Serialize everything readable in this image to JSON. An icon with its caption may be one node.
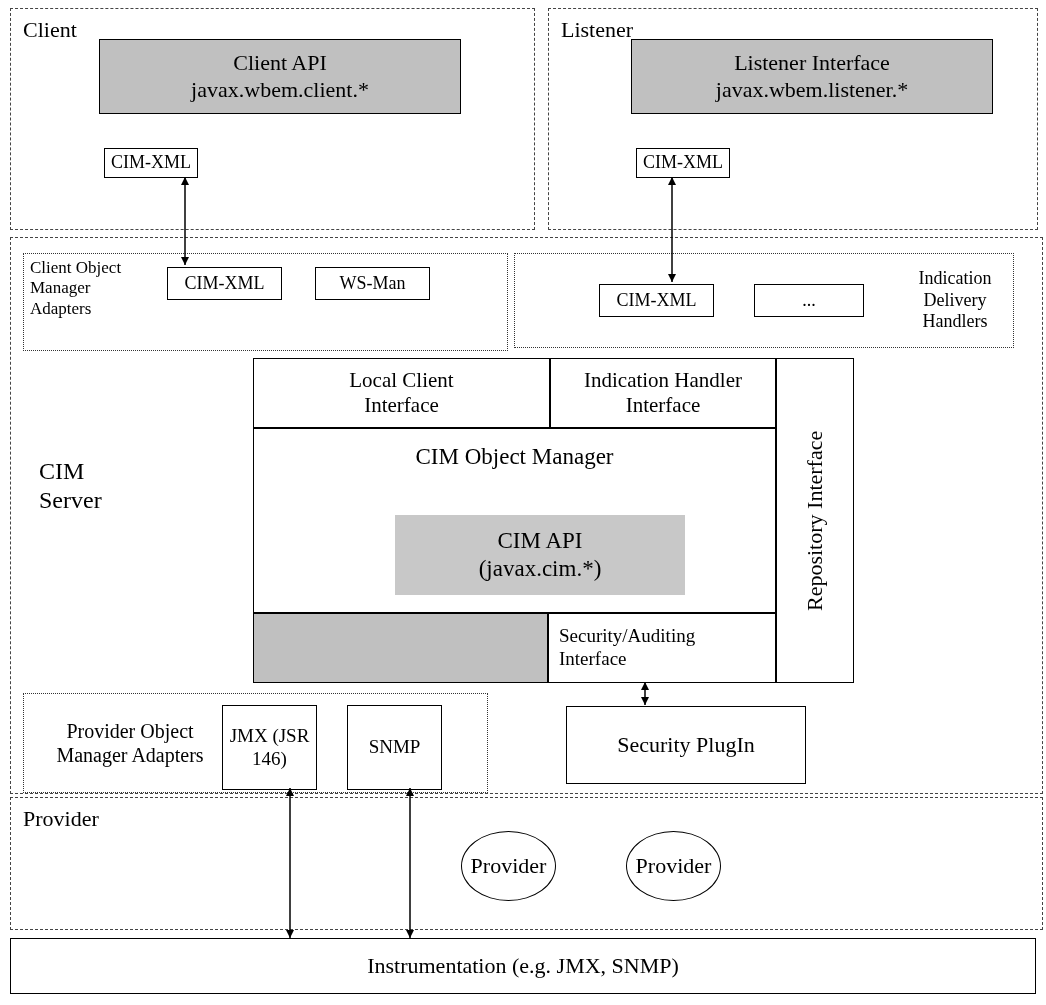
{
  "diagram": {
    "nodes": [
      {
        "text": [
          "Client"
        ]
      },
      {
        "text": [
          "Client API",
          "javax.wbem.client.*"
        ],
        "in": 0
      },
      {
        "text": [
          "CIM-XML"
        ],
        "in": 0
      },
      {
        "text": [
          "Listener"
        ]
      },
      {
        "text": [
          "Listener Interface",
          "javax.wbem.listener.*"
        ],
        "in": 3
      },
      {
        "text": [
          "CIM-XML"
        ],
        "in": 3
      },
      {
        "text": [
          "CIM Server"
        ]
      },
      {
        "text": [
          "Client Object Manager Adapters"
        ],
        "in": 6
      },
      {
        "text": [
          "CIM-XML"
        ],
        "in": 7
      },
      {
        "text": [
          "WS-Man"
        ],
        "in": 7
      },
      {
        "text": [
          "Indication Delivery Handlers"
        ],
        "in": 6
      },
      {
        "text": [
          "CIM-XML"
        ],
        "in": 10
      },
      {
        "text": [
          "..."
        ],
        "in": 10
      },
      {
        "text": [
          "Local Client Interface"
        ],
        "in": 6
      },
      {
        "text": [
          "Indication Handler Interface"
        ],
        "in": 6
      },
      {
        "text": [
          "CIM Object Manager"
        ],
        "in": 6
      },
      {
        "text": [
          "CIM API",
          "(javax.cim.*)"
        ],
        "in": 15
      },
      {
        "text": [],
        "shape": "box",
        "in": 6
      },
      {
        "text": [
          "Security/Auditing Interface"
        ],
        "in": 6
      },
      {
        "text": [
          "Repository Interface"
        ],
        "in": 6
      },
      {
        "text": [
          "Provider Object Manager Adapters"
        ],
        "in": 6
      },
      {
        "text": [
          "JMX (JSR 146)"
        ],
        "in": 20
      },
      {
        "text": [
          "SNMP"
        ],
        "in": 20
      },
      {
        "text": [
          "Security PlugIn"
        ],
        "in": 6
      },
      {
        "text": [
          "Provider"
        ]
      },
      {
        "text": [
          "Provider"
        ],
        "in": 24
      },
      {
        "text": [
          "Provider"
        ],
        "in": 24
      },
      {
        "text": [
          "Instrumentation (e.g. JMX, SNMP)"
        ]
      }
    ],
    "edges": [
      {
        "from": 2,
        "to": 8,
        "arrow": "both"
      },
      {
        "from": 5,
        "to": 11,
        "arrow": "both"
      },
      {
        "from": 18,
        "to": 23,
        "arrow": "both"
      },
      {
        "from": 21,
        "to": 27,
        "arrow": "both"
      },
      {
        "from": 22,
        "to": 27,
        "arrow": "both"
      }
    ]
  }
}
